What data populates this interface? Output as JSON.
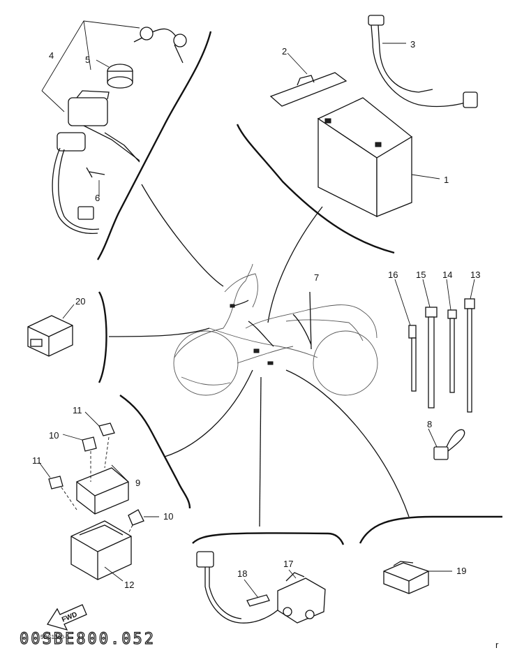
{
  "part_numbers": {
    "battery": "1",
    "battery_band": "2",
    "battery_lead": "3",
    "main_switch_assy": "4",
    "key_cylinder": "5",
    "bolt_6": "6",
    "wire_harness": "7",
    "connector_8": "8",
    "relay_unit": "9",
    "fuse_10_top": "10",
    "fuse_10_right": "10",
    "fuse_11_top": "11",
    "fuse_11_left": "11",
    "fuse_cover": "12",
    "band_13": "13",
    "band_14": "14",
    "band_15": "15",
    "band_16": "16",
    "starter_relay": "17",
    "bolt_18": "18",
    "rectifier": "19",
    "flasher_relay": "20"
  },
  "footer": {
    "code": "00SBE800.052",
    "small_code": "5DS1360-0",
    "fwd_label": "FWD",
    "corner_mark": "r"
  },
  "icons": {
    "fwd_arrow": "fwd-arrow-icon"
  }
}
